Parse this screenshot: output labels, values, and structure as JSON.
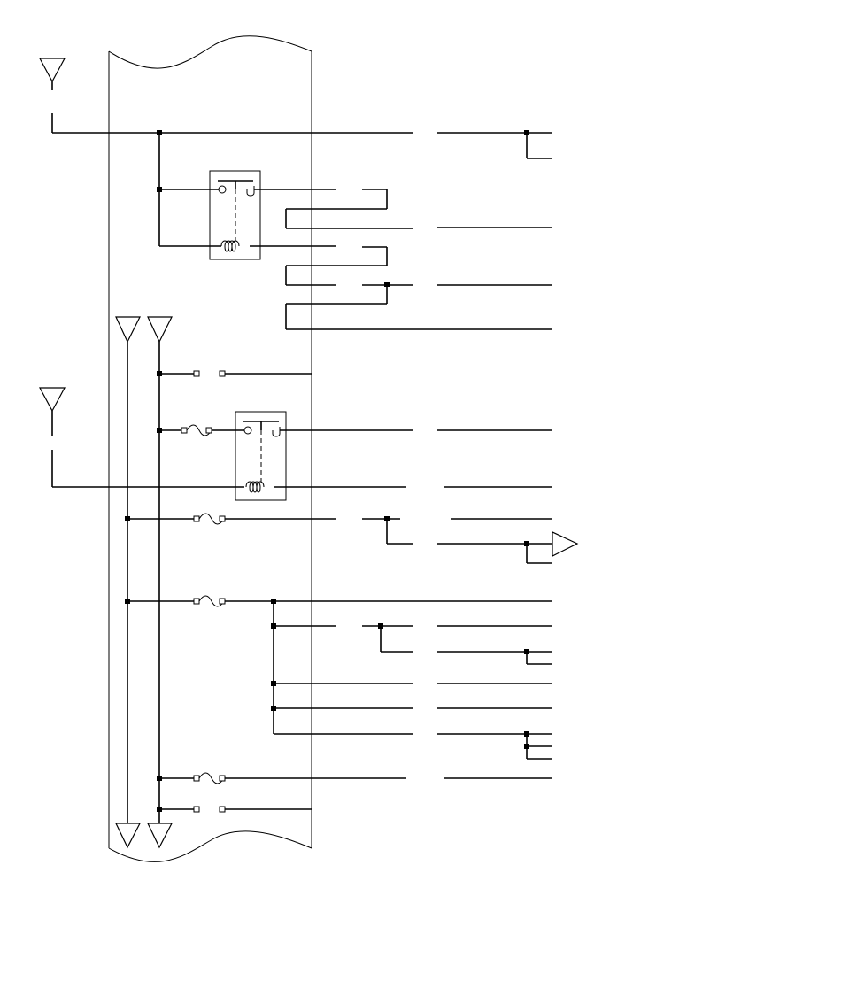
{
  "diagram": {
    "kind": "electrical wiring schematic",
    "colors": {
      "line": "#000000",
      "background": "#ffffff"
    },
    "components": {
      "power_feeds": 4,
      "ground_symbols": 2,
      "relays": 2,
      "fuses": 6,
      "connector_pins": 2,
      "output_arrow": 1
    },
    "labels": []
  }
}
